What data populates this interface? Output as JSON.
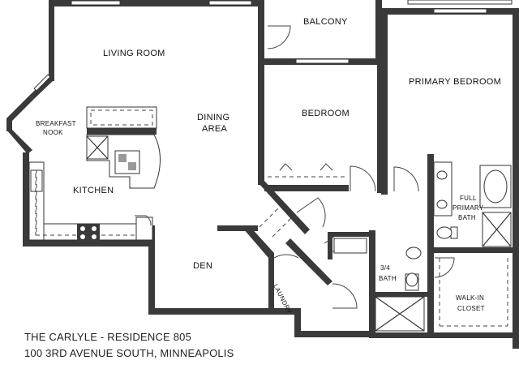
{
  "rooms": {
    "living_room": "LIVING ROOM",
    "balcony": "BALCONY",
    "primary_bedroom": "PRIMARY BEDROOM",
    "breakfast_nook_1": "BREAKFAST",
    "breakfast_nook_2": "NOOK",
    "dining_1": "DINING",
    "dining_2": "AREA",
    "bedroom": "BEDROOM",
    "kitchen": "KITCHEN",
    "full_bath_1": "FULL",
    "full_bath_2": "PRIMARY",
    "full_bath_3": "BATH",
    "den": "DEN",
    "laundry": "LAUNDRY",
    "three_quarter_bath_1": "3/4",
    "three_quarter_bath_2": "BATH",
    "walk_in_closet_1": "WALK-IN",
    "walk_in_closet_2": "CLOSET"
  },
  "caption": {
    "line1": "THE CARLYLE - RESIDENCE 805",
    "line2": "100 3RD AVENUE SOUTH, MINNEAPOLIS"
  }
}
